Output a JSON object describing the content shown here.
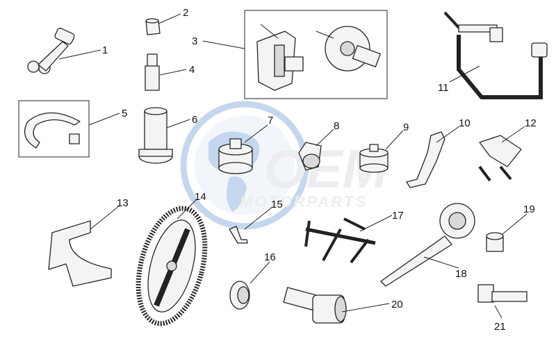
{
  "diagram": {
    "labels": [
      "1",
      "2",
      "3",
      "4",
      "5",
      "6",
      "7",
      "8",
      "9",
      "10",
      "11",
      "12",
      "13",
      "14",
      "15",
      "16",
      "17",
      "18",
      "19",
      "20",
      "21"
    ],
    "watermark": {
      "logo_text": "OEM",
      "sub_text": "MOTORPARTS"
    },
    "colors": {
      "line": "#222222",
      "watermark_blue": "#5b8fd1",
      "watermark_grey": "#c9ccd3"
    }
  }
}
